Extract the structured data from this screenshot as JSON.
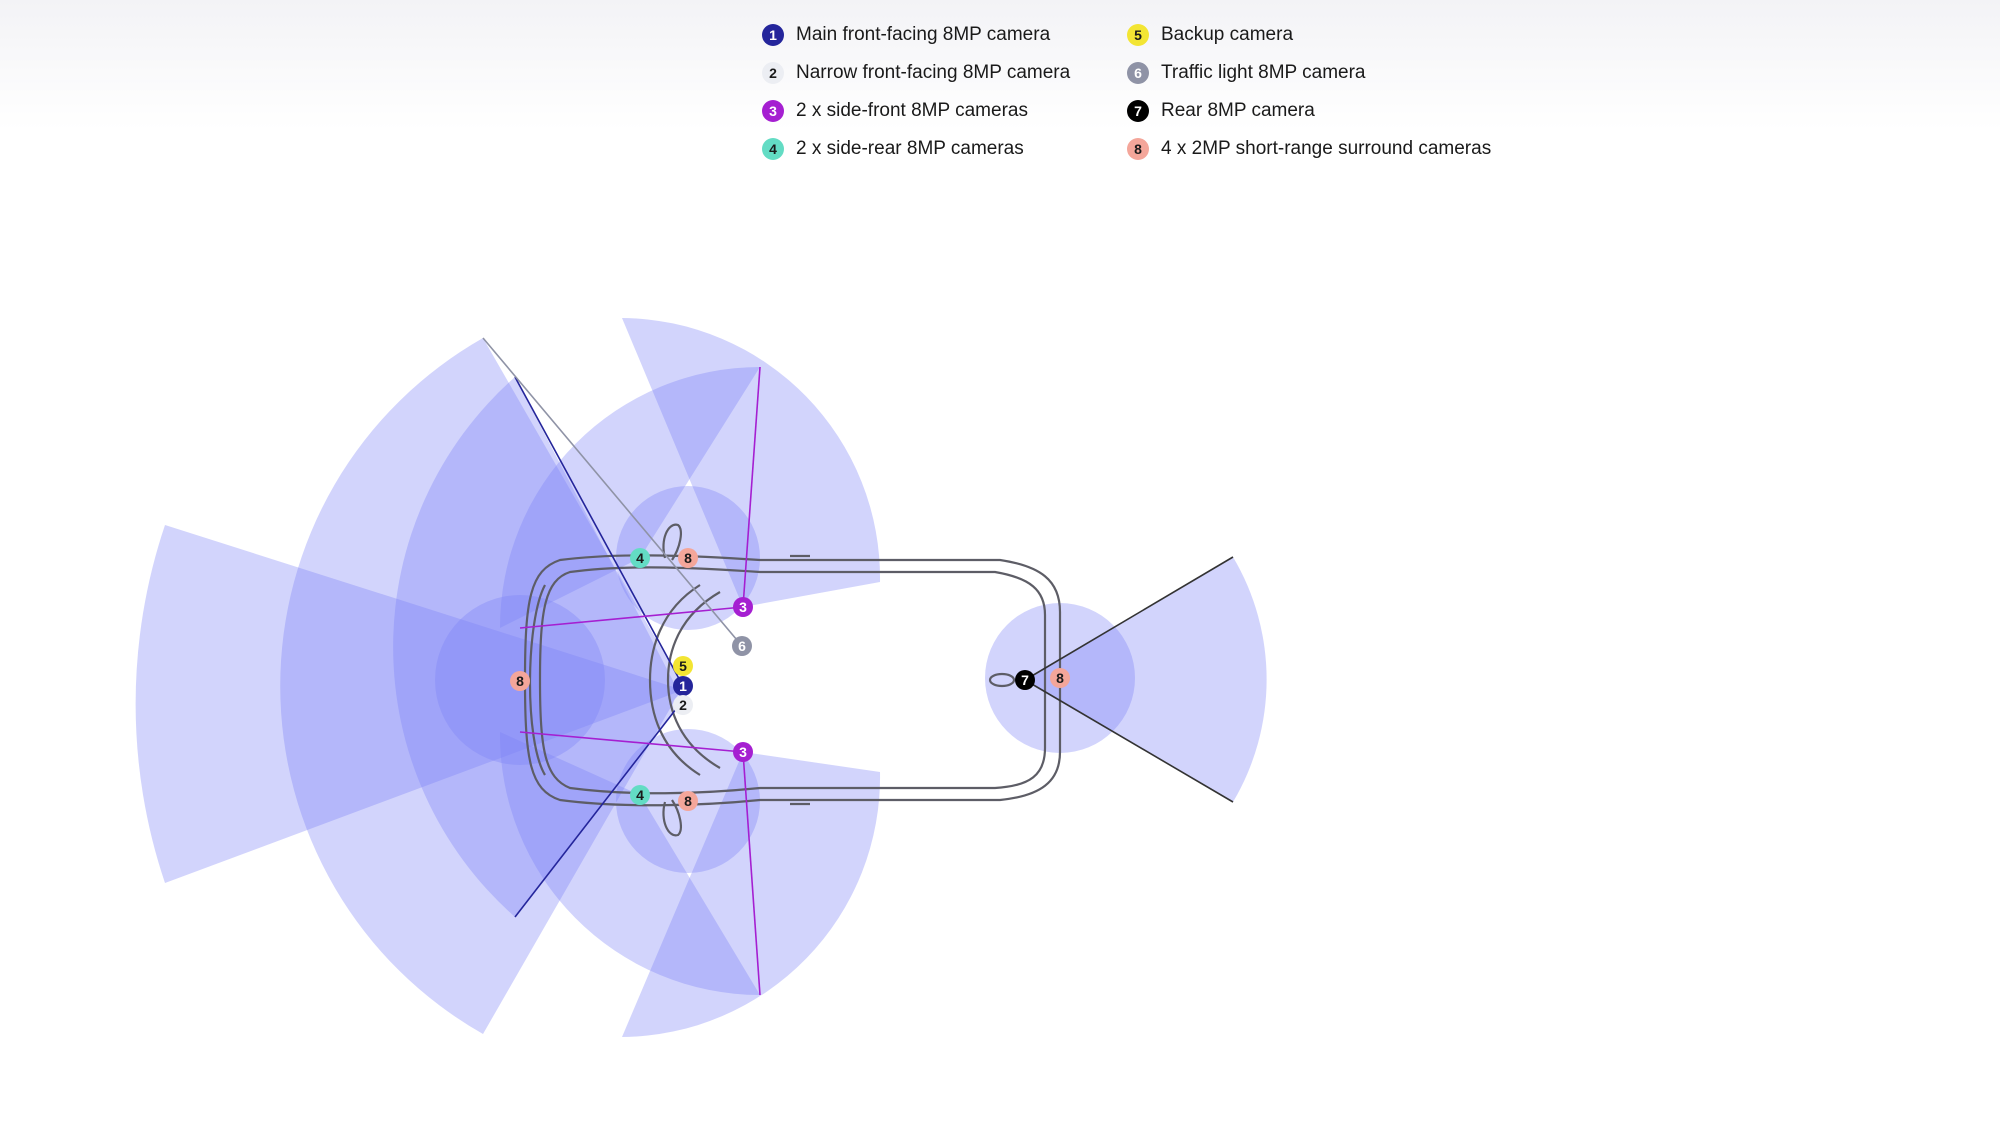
{
  "legend": {
    "items": [
      {
        "number": "1",
        "label": "Main front-facing 8MP camera",
        "bg": "#24259b",
        "fg": "#ffffff"
      },
      {
        "number": "5",
        "label": "Backup camera",
        "bg": "#f3e533",
        "fg": "#1a1a1a"
      },
      {
        "number": "2",
        "label": "Narrow front-facing 8MP camera",
        "bg": "#eceef3",
        "fg": "#1a1a1a"
      },
      {
        "number": "6",
        "label": "Traffic light 8MP camera",
        "bg": "#8f93a6",
        "fg": "#ffffff"
      },
      {
        "number": "3",
        "label": "2 x side-front 8MP cameras",
        "bg": "#a51fd1",
        "fg": "#ffffff"
      },
      {
        "number": "7",
        "label": "Rear 8MP camera",
        "bg": "#000000",
        "fg": "#ffffff"
      },
      {
        "number": "4",
        "label": "2 x side-rear 8MP cameras",
        "bg": "#63dcc4",
        "fg": "#1a1a1a"
      },
      {
        "number": "8",
        "label": "4 x 2MP short-range surround cameras",
        "bg": "#f4a69a",
        "fg": "#1a1a1a"
      }
    ]
  },
  "diagram": {
    "coverage_color": "#7b82f5",
    "markers": [
      {
        "number": "4"
      },
      {
        "number": "8"
      },
      {
        "number": "3"
      },
      {
        "number": "6"
      },
      {
        "number": "5"
      },
      {
        "number": "1"
      },
      {
        "number": "2"
      },
      {
        "number": "8"
      },
      {
        "number": "3"
      },
      {
        "number": "4"
      },
      {
        "number": "8"
      },
      {
        "number": "7"
      },
      {
        "number": "8"
      }
    ]
  }
}
